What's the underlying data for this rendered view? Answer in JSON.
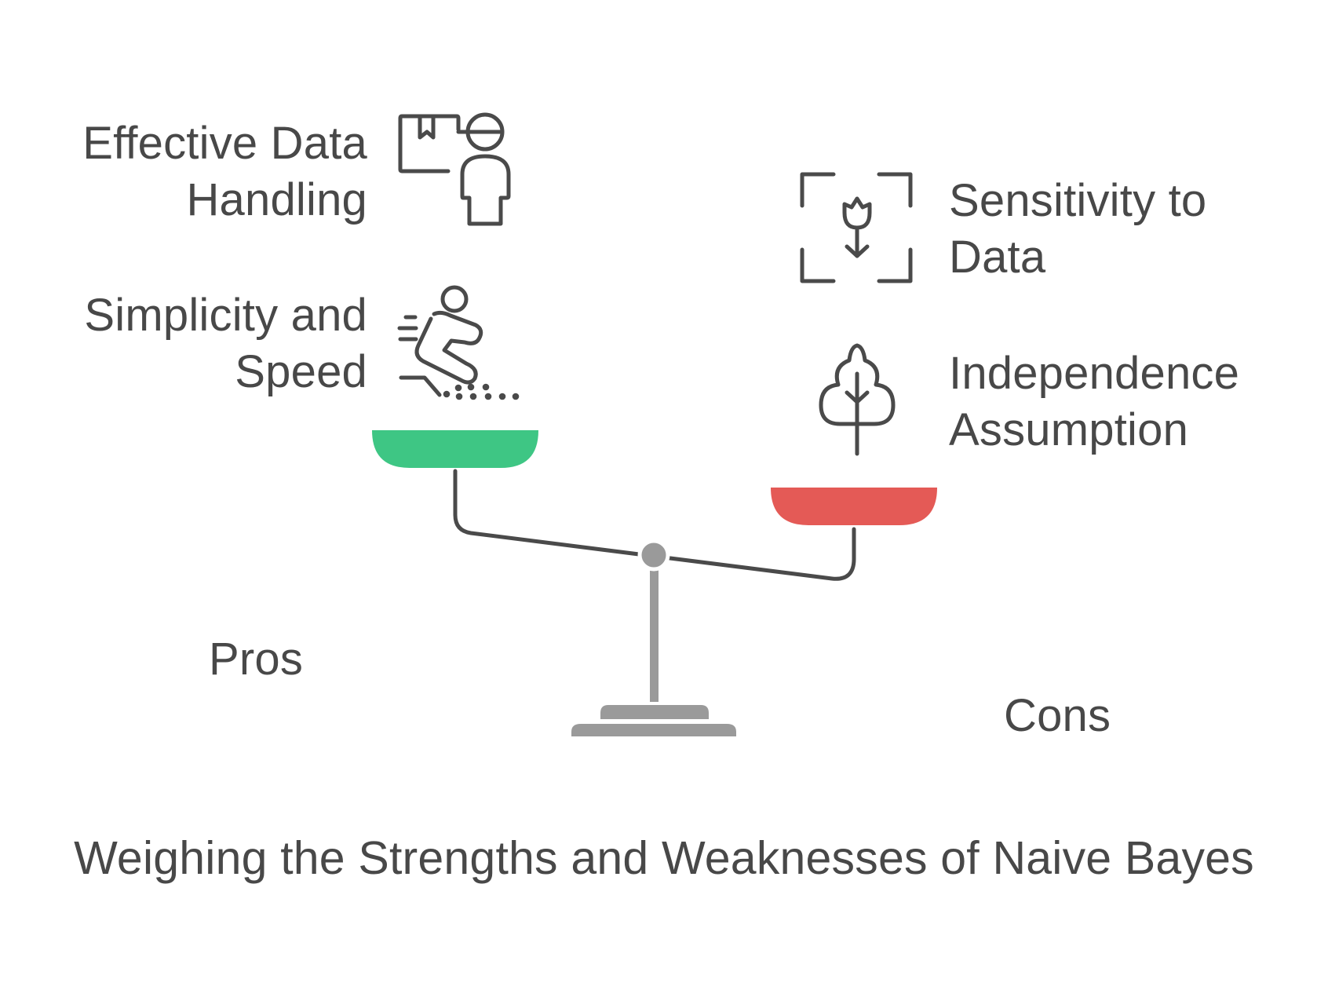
{
  "pros": {
    "label": "Pros",
    "items": [
      {
        "text": "Effective Data\nHandling",
        "icon": "delivery-person-icon"
      },
      {
        "text": "Simplicity and\nSpeed",
        "icon": "running-person-icon"
      }
    ],
    "pan_color": "#3EC684"
  },
  "cons": {
    "label": "Cons",
    "items": [
      {
        "text": "Sensitivity to\nData",
        "icon": "focus-flower-icon"
      },
      {
        "text": "Independence\nAssumption",
        "icon": "tree-icon"
      }
    ],
    "pan_color": "#E45A56"
  },
  "caption": "Weighing the Strengths and Weaknesses of Naive Bayes",
  "colors": {
    "text": "#484848",
    "icon": "#4A4A4A",
    "scale": "#9A9A9A",
    "beam": "#4A4A4A"
  }
}
